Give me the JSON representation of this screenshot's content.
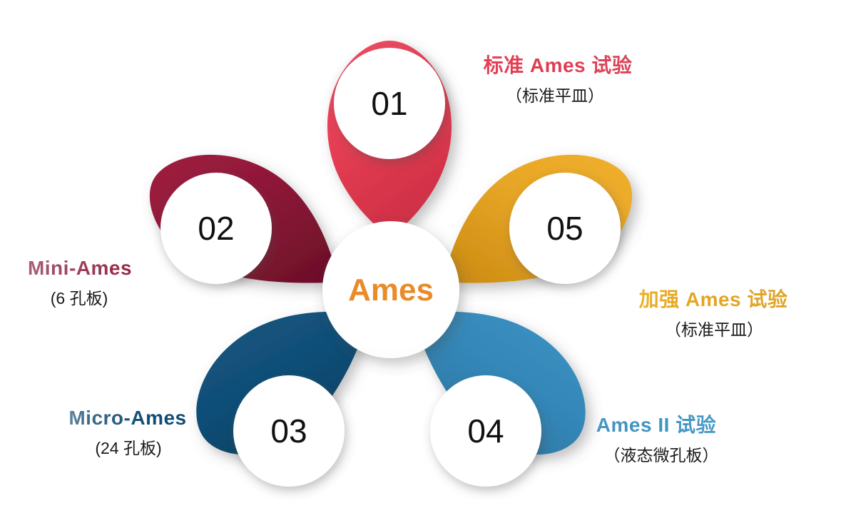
{
  "diagram": {
    "type": "flower-petal-infographic",
    "center": {
      "label": "Ames",
      "color": "#E98B2A"
    },
    "petals": [
      {
        "number": "01",
        "title": "标准 Ames 试验",
        "subtitle": "（标准平皿）",
        "color": "#E23B50",
        "position": "top"
      },
      {
        "number": "02",
        "title": "Mini-Ames",
        "subtitle": "(6 孔板)",
        "color": "#8E1838",
        "position": "upper-left"
      },
      {
        "number": "03",
        "title": "Micro-Ames",
        "subtitle": "(24 孔板)",
        "color": "#0F4B74",
        "position": "lower-left"
      },
      {
        "number": "04",
        "title": "Ames II 试验",
        "subtitle": "（液态微孔板）",
        "color": "#3E93C2",
        "position": "lower-right"
      },
      {
        "number": "05",
        "title": "加强 Ames 试验",
        "subtitle": "（标准平皿）",
        "color": "#E4A41F",
        "position": "upper-right"
      }
    ]
  }
}
